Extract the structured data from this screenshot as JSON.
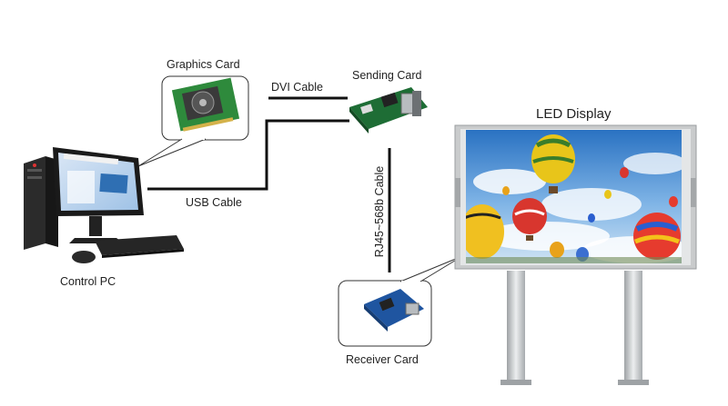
{
  "labels": {
    "graphics_card": "Graphics Card",
    "dvi_cable": "DVI Cable",
    "sending_card": "Sending Card",
    "usb_cable": "USB Cable",
    "control_pc": "Control PC",
    "rj45_cable": "RJ45~568b Cable",
    "receiver_card": "Receiver Card",
    "led_display": "LED Display"
  },
  "colors": {
    "cable": "#111111",
    "board_green": "#2f8f3a",
    "board_blue": "#1f5fa8",
    "sky": "#3b8fd6",
    "frame": "#c9cbcc"
  }
}
